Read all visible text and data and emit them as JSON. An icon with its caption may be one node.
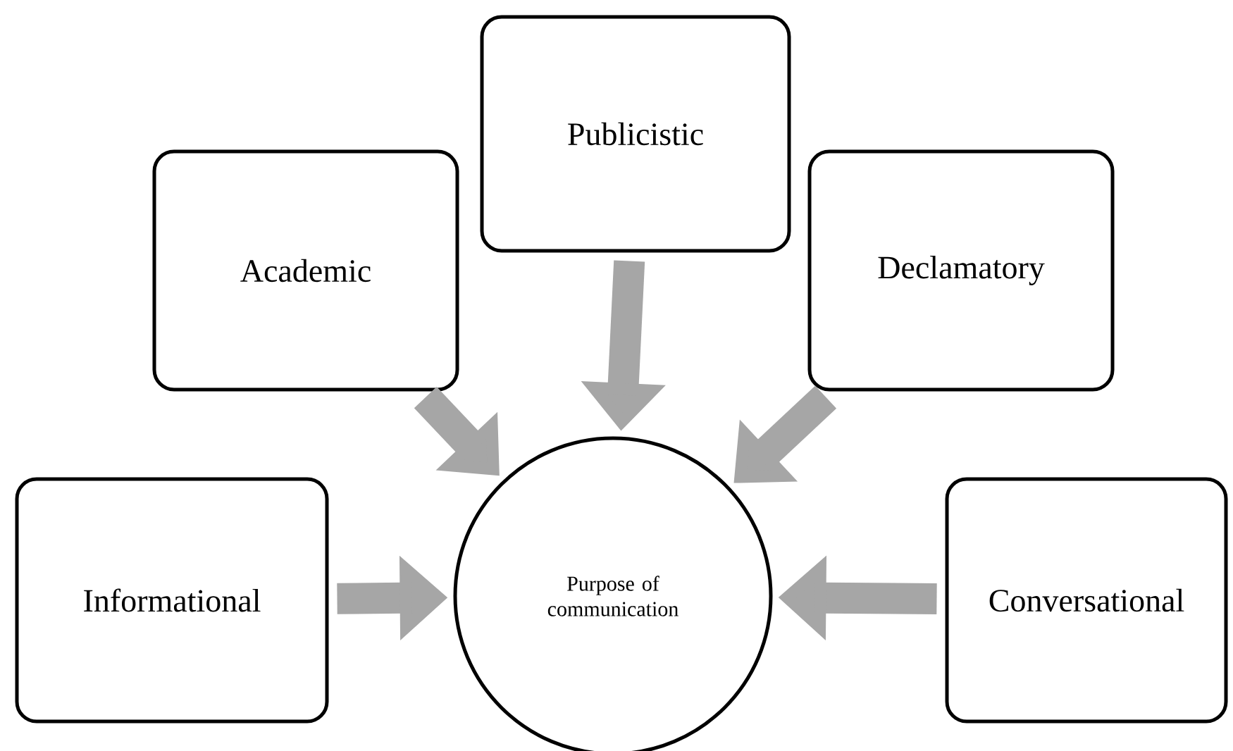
{
  "diagram": {
    "nodes": [
      {
        "text": [
          "Publicistic"
        ]
      },
      {
        "text": [
          "Academic"
        ]
      },
      {
        "text": [
          "Declamatory"
        ]
      },
      {
        "text": [
          "Informational"
        ]
      },
      {
        "text": [
          "Purpose of communication"
        ]
      },
      {
        "text": [
          "Conversational"
        ]
      }
    ],
    "edges": [
      {
        "from": 0,
        "to": 4,
        "arrow": "to"
      },
      {
        "from": 1,
        "to": 4,
        "arrow": "to"
      },
      {
        "from": 2,
        "to": 4,
        "arrow": "to"
      },
      {
        "from": 3,
        "to": 4,
        "arrow": "to"
      },
      {
        "from": 5,
        "to": 4,
        "arrow": "to"
      }
    ]
  }
}
